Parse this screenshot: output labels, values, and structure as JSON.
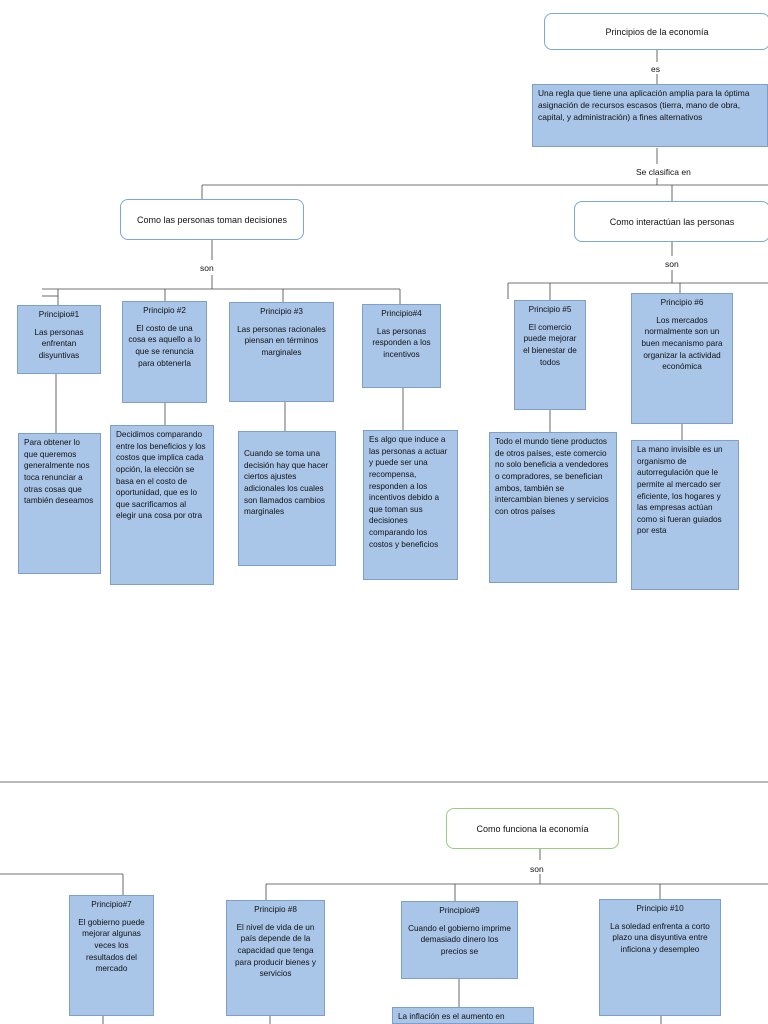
{
  "root": {
    "title": "Principios de la economía",
    "es": "es",
    "definition": "Una regla que tiene una aplicación amplia para la óptima asignación de recursos escasos (tierra, mano de obra, capital, y administración) a fines alternativos",
    "clasifica": "Se clasifica en"
  },
  "categories": [
    {
      "title": "Como las personas toman decisiones",
      "son": "son"
    },
    {
      "title": "Como interactúan las personas",
      "son": "son"
    },
    {
      "title": "Como funciona la economía",
      "son": "son"
    }
  ],
  "principles": [
    {
      "title": "Principio#1",
      "text": "Las personas enfrentan disyuntivas",
      "detail": "Para obtener lo que queremos generalmente nos toca renunciar a otras cosas que también deseamos"
    },
    {
      "title": "Principio #2",
      "text": "El costo de una cosa es aquello a lo que se renuncia para obtenerla",
      "detail": "Decidimos comparando entre los beneficios y los costos que implica cada opción, la elección se basa en el costo de oportunidad, que es lo que sacrificamos al elegir una cosa por otra"
    },
    {
      "title": "Principio #3",
      "text": "Las personas racionales piensan en términos marginales",
      "detail": "Cuando se toma una decisión hay que hacer ciertos ajustes adicionales los cuales son llamados cambios marginales"
    },
    {
      "title": "Principio#4",
      "text": "Las personas responden a los incentivos",
      "detail": "Es algo que induce a las personas a actuar y puede ser una recompensa, responden a los incentivos debido a que toman sus decisiones comparando los costos y beneficios"
    },
    {
      "title": "Principio #5",
      "text": "El comercio puede mejorar el bienestar de todos",
      "detail": "Todo el mundo tiene productos de otros países, este comercio no solo beneficia a vendedores o compradores, se benefician ambos, también se intercambian bienes y servicios con otros países"
    },
    {
      "title": "Principio #6",
      "text": "Los mercados normalmente son un buen mecanismo para organizar la actividad económica",
      "detail": "La mano invisible es un organismo de autorregulación que le permite al mercado ser eficiente, los hogares y las empresas actúan como si fueran guiados por esta"
    },
    {
      "title": "Principio#7",
      "text": "El gobierno puede mejorar algunas veces los resultados del mercado"
    },
    {
      "title": "Principio #8",
      "text": "El nivel de vida de un país depende de la capacidad que tenga para producir bienes y servicios"
    },
    {
      "title": "Principio#9",
      "text": "Cuando el gobierno imprime demasiado dinero los precios se",
      "detail": "La inflación es el aumento en"
    },
    {
      "title": "Principio #10",
      "text": "La soledad enfrenta a corto plazo una disyuntiva entre inficiona y desempleo"
    }
  ]
}
